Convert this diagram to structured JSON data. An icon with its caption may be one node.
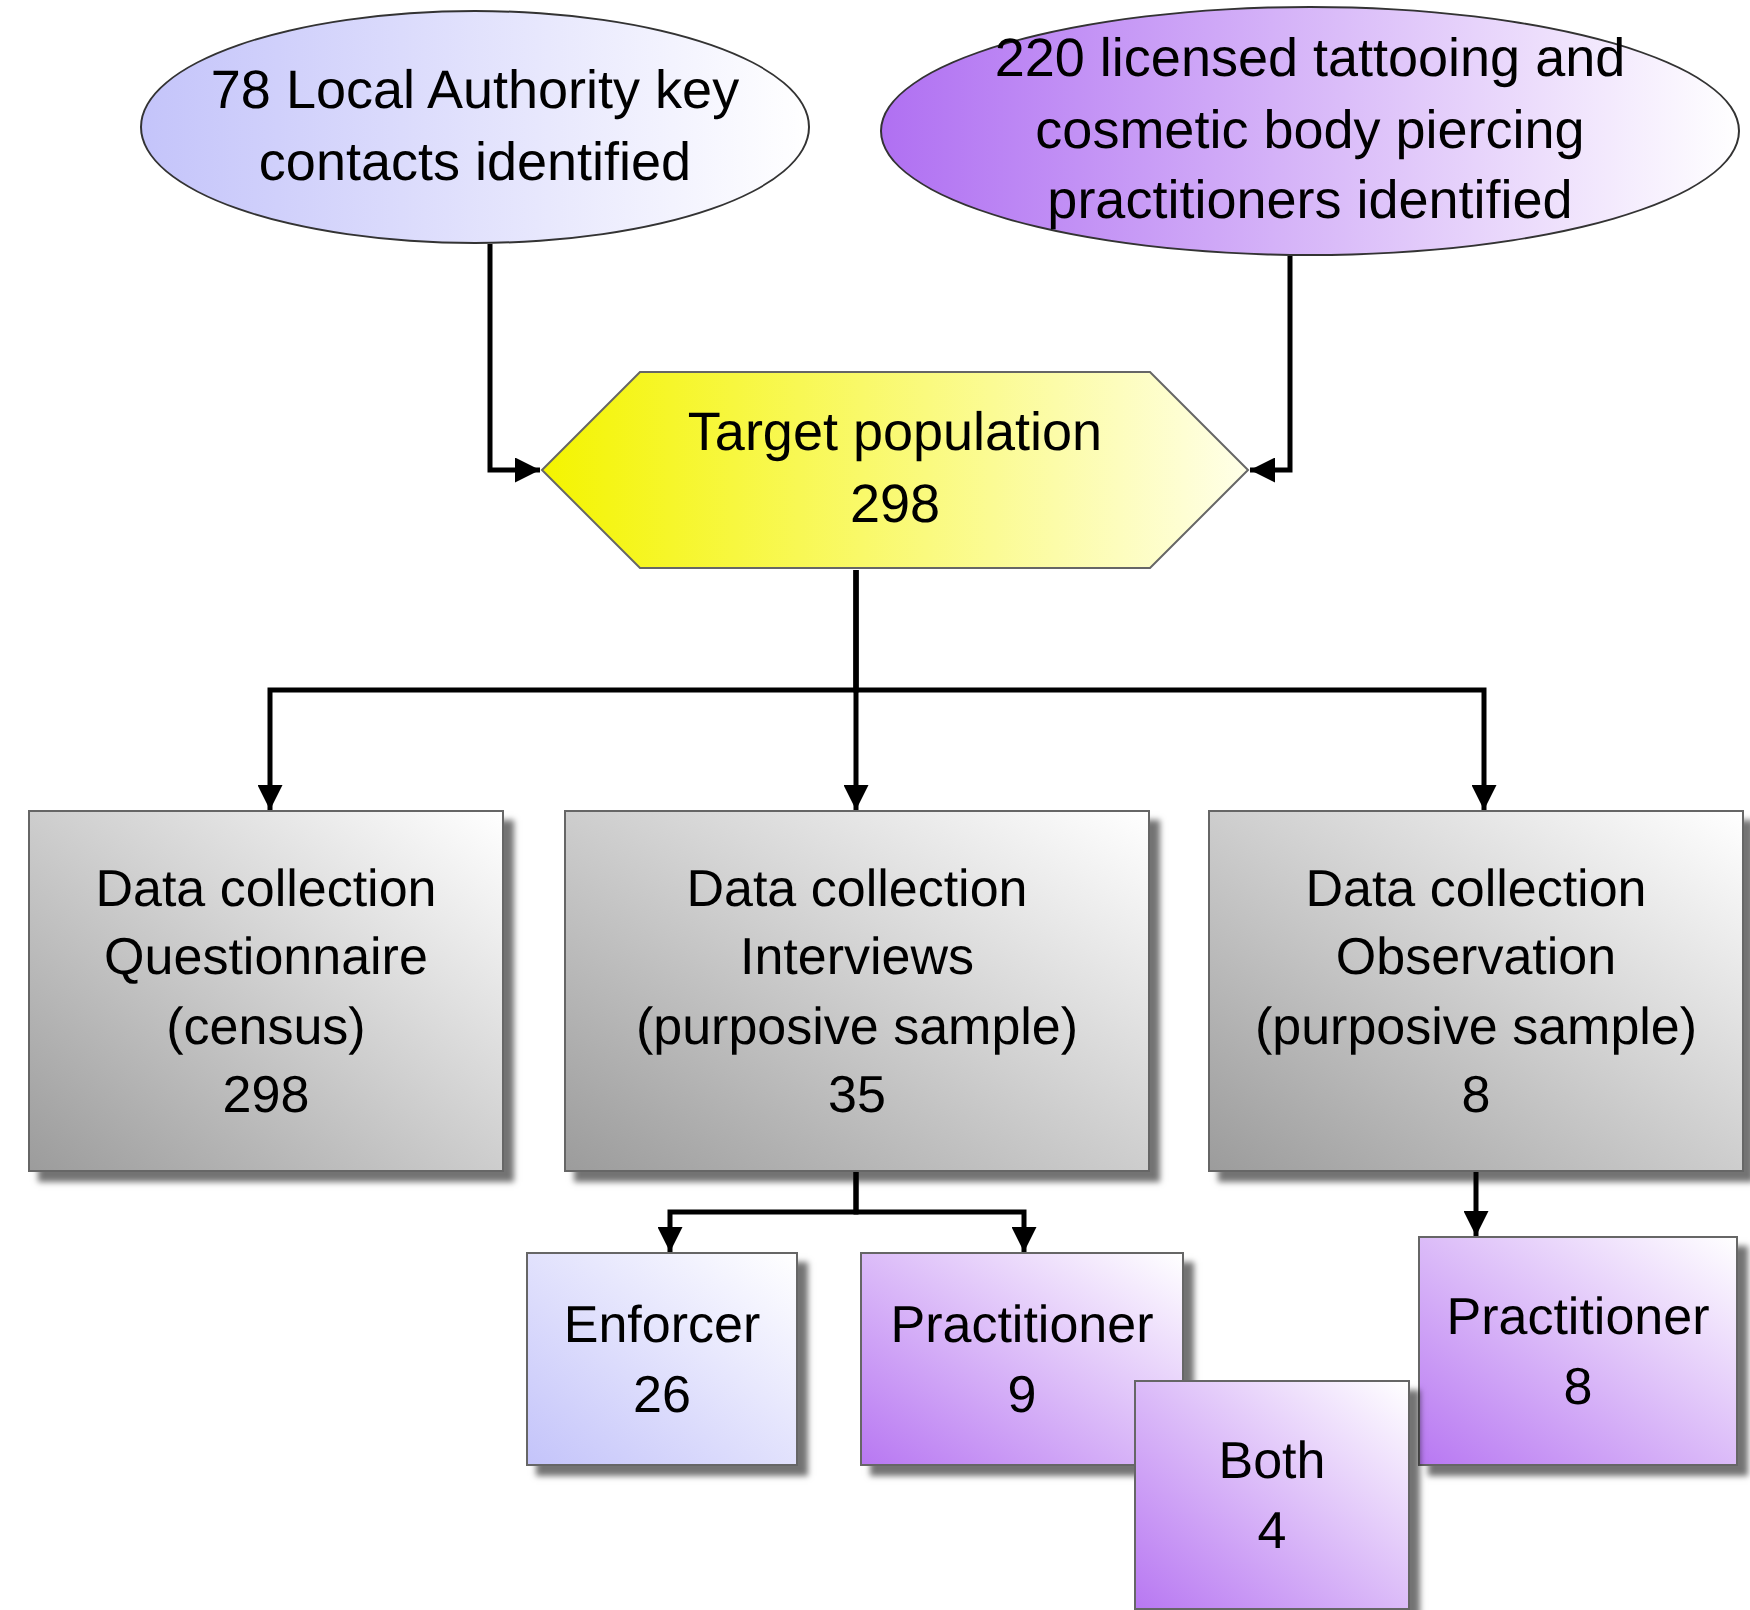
{
  "diagram": {
    "nodes": [
      {
        "text": [
          "78 Local Authority key contacts identified"
        ]
      },
      {
        "text": [
          "220 licensed tattooing and cosmetic body piercing practitioners identified"
        ]
      },
      {
        "text": [
          "Target population",
          "298"
        ]
      },
      {
        "text": [
          "Data collection",
          "Questionnaire",
          "(census)",
          "298"
        ]
      },
      {
        "text": [
          "Data collection",
          "Interviews",
          "(purposive sample)",
          "35"
        ]
      },
      {
        "text": [
          "Data collection",
          "Observation",
          "(purposive sample)",
          "8"
        ]
      },
      {
        "text": [
          "Enforcer",
          "26"
        ]
      },
      {
        "text": [
          "Practitioner",
          "9"
        ]
      },
      {
        "text": [
          "Both",
          "4"
        ]
      },
      {
        "text": [
          "Practitioner",
          "8"
        ]
      }
    ],
    "edges": [
      {
        "from": 0,
        "to": 2,
        "arrow": "to"
      },
      {
        "from": 1,
        "to": 2,
        "arrow": "to"
      },
      {
        "from": 2,
        "to": 3,
        "arrow": "to"
      },
      {
        "from": 2,
        "to": 4,
        "arrow": "to"
      },
      {
        "from": 2,
        "to": 5,
        "arrow": "to"
      },
      {
        "from": 4,
        "to": 6,
        "arrow": "to"
      },
      {
        "from": 4,
        "to": 7,
        "arrow": "to"
      },
      {
        "from": 5,
        "to": 9,
        "arrow": "to"
      }
    ]
  }
}
